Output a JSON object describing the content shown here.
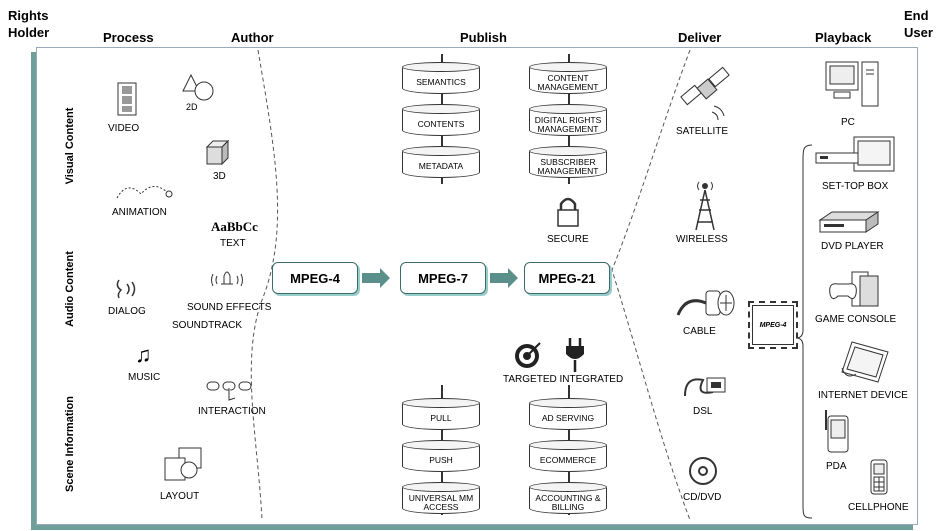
{
  "headers": {
    "rights_holder_1": "Rights",
    "rights_holder_2": "Holder",
    "process": "Process",
    "author": "Author",
    "publish": "Publish",
    "deliver": "Deliver",
    "playback": "Playback",
    "end_user_1": "End",
    "end_user_2": "User"
  },
  "side_labels": {
    "visual": "Visual Content",
    "audio": "Audio Content",
    "scene": "Scene Information"
  },
  "process_items": {
    "video": "VIDEO",
    "twod": "2D",
    "threed": "3D",
    "animation": "ANIMATION",
    "text_sample": "AaBbCc",
    "text": "TEXT",
    "dialog": "DIALOG",
    "sound_effects": "SOUND EFFECTS",
    "soundtrack": "SOUNDTRACK",
    "music": "MUSIC",
    "interaction": "INTERACTION",
    "layout": "LAYOUT"
  },
  "mpeg": {
    "mpeg4": "MPEG-4",
    "mpeg7": "MPEG-7",
    "mpeg21": "MPEG-21"
  },
  "publish_top_left": [
    "SEMANTICS",
    "CONTENTS",
    "METADATA"
  ],
  "publish_top_right": [
    "CONTENT MANAGEMENT",
    "DIGITAL RIGHTS MANAGEMENT",
    "SUBSCRIBER MANAGEMENT"
  ],
  "secure": "SECURE",
  "targeted_integrated": "TARGETED INTEGRATED",
  "publish_bottom_left": [
    "PULL",
    "PUSH",
    "UNIVERSAL MM ACCESS"
  ],
  "publish_bottom_right": [
    "AD SERVING",
    "ECOMMERCE",
    "ACCOUNTING & BILLING"
  ],
  "deliver": {
    "satellite": "SATELLITE",
    "wireless": "WIRELESS",
    "cable": "CABLE",
    "dsl": "DSL",
    "cddvd": "CD/DVD"
  },
  "chip_label": "MPEG-4",
  "playback": {
    "pc": "PC",
    "settop": "SET-TOP BOX",
    "dvd": "DVD PLAYER",
    "game": "GAME CONSOLE",
    "internet": "INTERNET DEVICE",
    "pda": "PDA",
    "cell": "CELLPHONE"
  }
}
